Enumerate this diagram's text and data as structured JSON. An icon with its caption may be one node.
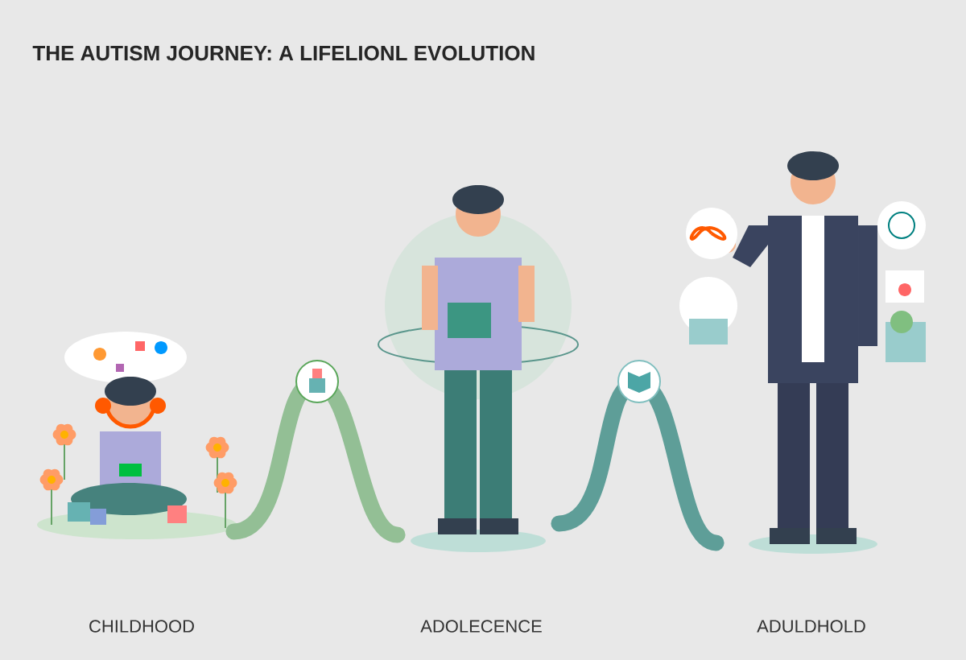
{
  "diagram": {
    "title": "THE AUTISM JOURNEY: A LIFELIONL EVOLUTION",
    "nodes": [
      {
        "text": [],
        "shape": "picture"
      },
      {
        "text": [],
        "shape": "picture"
      },
      {
        "text": [],
        "shape": "picture"
      }
    ],
    "edges": [
      {
        "from": 0,
        "to": 1,
        "arrow": "none",
        "color": "#93bf95"
      },
      {
        "from": 1,
        "to": 2,
        "arrow": "none",
        "color": "#5e9e98"
      }
    ],
    "labels": [
      "CHILDHOOD",
      "ADOLECENCE",
      "ADULDHOLD"
    ]
  }
}
